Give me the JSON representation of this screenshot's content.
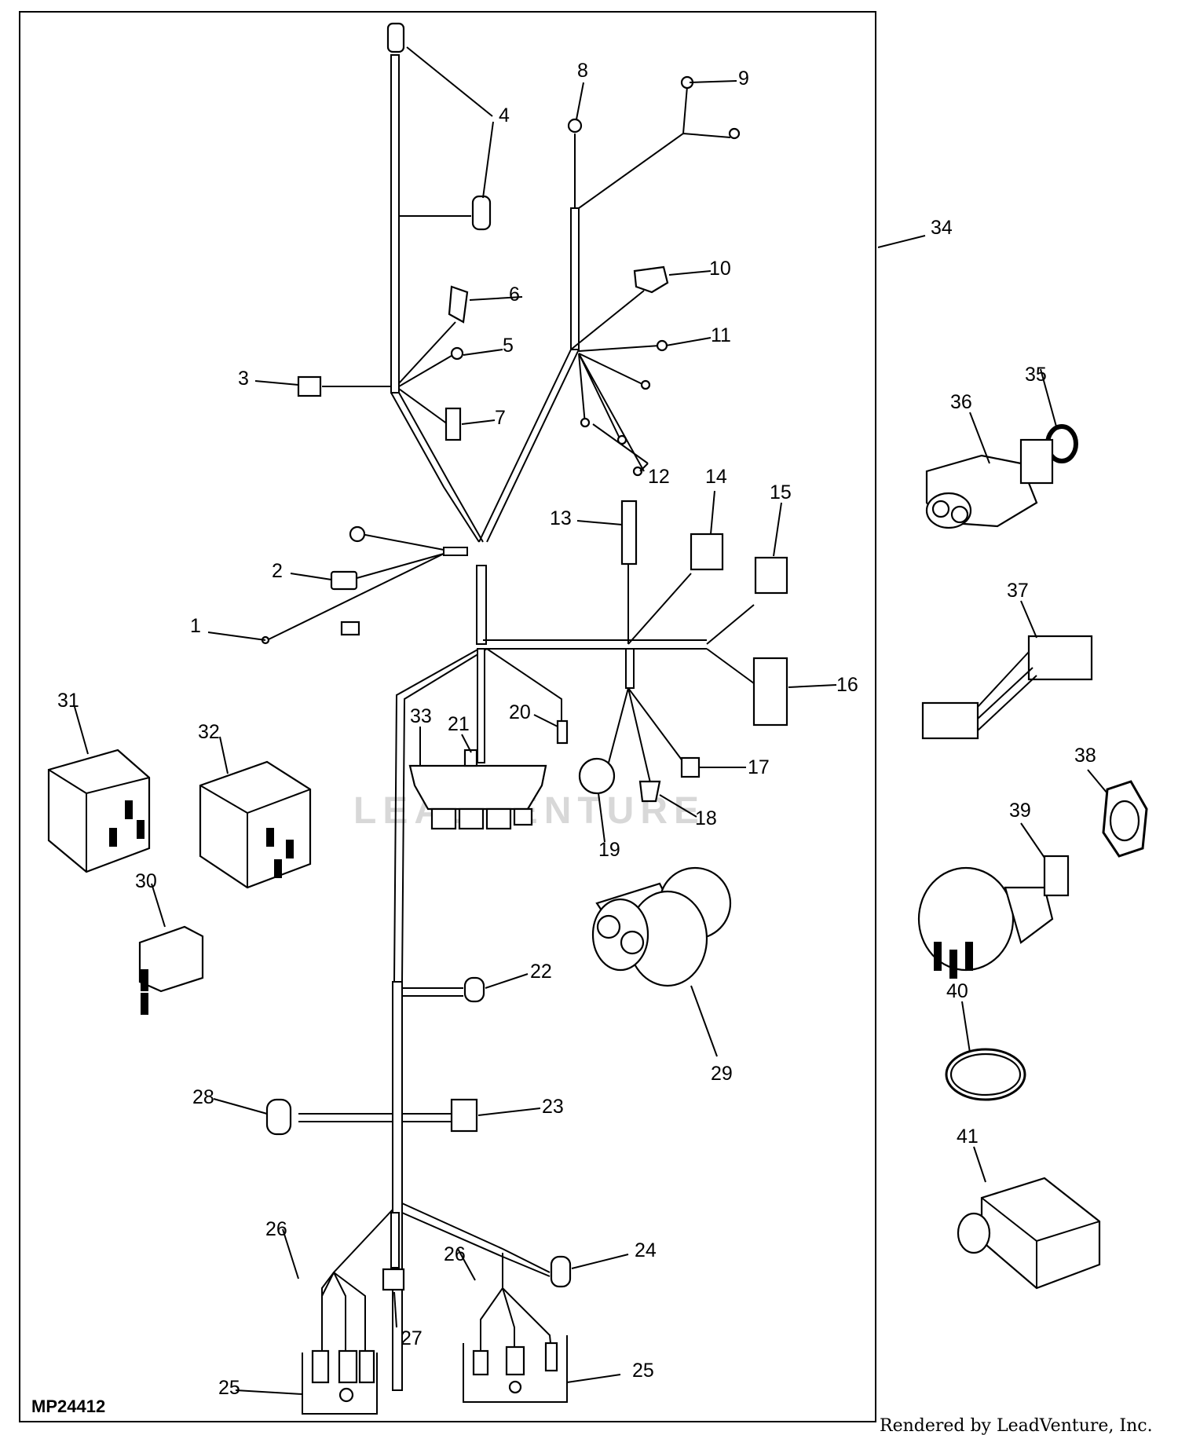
{
  "figure": {
    "id": "MP24412",
    "credit": "Rendered by LeadVenture, Inc.",
    "watermark": "LEADVENTURE"
  },
  "callouts": {
    "c1": "1",
    "c2": "2",
    "c3": "3",
    "c4": "4",
    "c5": "5",
    "c6": "6",
    "c7": "7",
    "c8": "8",
    "c9": "9",
    "c10": "10",
    "c11": "11",
    "c12": "12",
    "c13": "13",
    "c14": "14",
    "c15": "15",
    "c16": "16",
    "c17": "17",
    "c18": "18",
    "c19": "19",
    "c20": "20",
    "c21": "21",
    "c22": "22",
    "c23": "23",
    "c24": "24",
    "c25a": "25",
    "c25b": "25",
    "c26a": "26",
    "c26b": "26",
    "c27": "27",
    "c28": "28",
    "c29": "29",
    "c30": "30",
    "c31": "31",
    "c32": "32",
    "c33": "33",
    "c34": "34",
    "c35": "35",
    "c36": "36",
    "c37": "37",
    "c38": "38",
    "c39": "39",
    "c40": "40",
    "c41": "41"
  }
}
